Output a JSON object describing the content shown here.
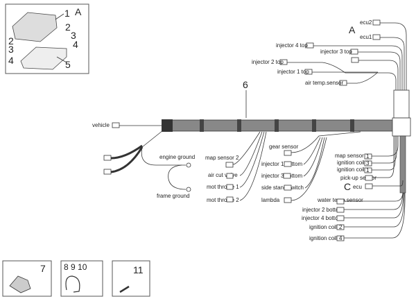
{
  "figure": {
    "type": "wiring harness exploded parts diagram",
    "inset_top_left": {
      "callouts": [
        "1",
        "2",
        "3",
        "4",
        "2",
        "3",
        "4",
        "5"
      ],
      "letter": "A"
    },
    "harness_number": "6",
    "letters": {
      "a": "A",
      "c": "C"
    },
    "top_connectors": [
      {
        "id": "ecu2",
        "label": "ecu2"
      },
      {
        "id": "ecu1",
        "label": "ecu1"
      },
      {
        "id": "inj4top",
        "label": "injector 4 top"
      },
      {
        "id": "inj3top",
        "label": "injector 3 top"
      },
      {
        "id": "unlabeled",
        "label": ""
      },
      {
        "id": "inj2top",
        "label": "injector 2 top"
      },
      {
        "id": "inj1top",
        "label": "injector 1 top"
      },
      {
        "id": "airtemp",
        "label": "air temp.sensor"
      }
    ],
    "left": {
      "vehicle": "vehicle",
      "engine_ground": "engine ground",
      "frame_ground": "frame ground"
    },
    "middle_connectors": [
      {
        "label": "map sensor 2"
      },
      {
        "label": "air cut valve"
      },
      {
        "label": "mot throttle 1"
      },
      {
        "label": "mot throttle 2"
      }
    ],
    "center_connectors": [
      {
        "label": "gear sensor"
      },
      {
        "label": "injector 1 bottom"
      },
      {
        "label": "injector 3 bottom"
      },
      {
        "label": "side stand switch"
      },
      {
        "label": "lambda"
      }
    ],
    "right_connectors": [
      {
        "label": "map sensor",
        "tag": "1"
      },
      {
        "label": "ignition coil",
        "tag": "3"
      },
      {
        "label": "ignition coil",
        "tag": "1"
      },
      {
        "label": "pick-up sensor",
        "tag": ""
      },
      {
        "label": "ecu",
        "tag": ""
      }
    ],
    "bottom_right_connectors": [
      {
        "label": "water temp.sensor",
        "tag": ""
      },
      {
        "label": "injector 2 bottom",
        "tag": ""
      },
      {
        "label": "injector 4 bottom",
        "tag": ""
      },
      {
        "label": "ignition coil",
        "tag": "2"
      },
      {
        "label": "ignition coil",
        "tag": "4"
      }
    ],
    "bottom_insets": [
      {
        "callout": "7",
        "part": "connector clip group"
      },
      {
        "callout": "8 9 10",
        "part": "cable tie"
      },
      {
        "callout": "11",
        "part": "pin"
      }
    ]
  }
}
